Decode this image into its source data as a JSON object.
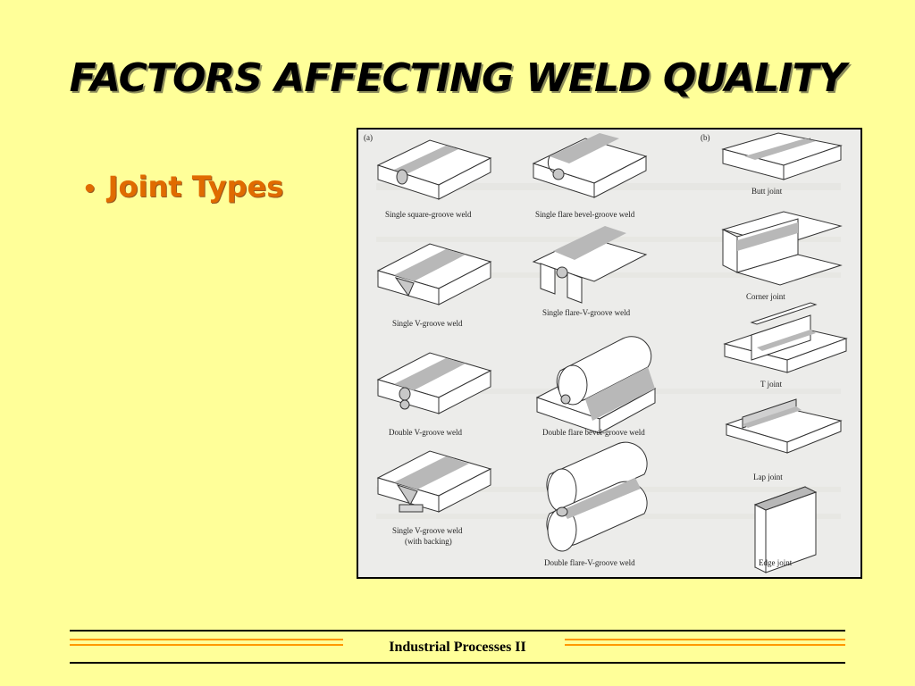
{
  "slide": {
    "title": "FACTORS AFFECTING WELD QUALITY",
    "bullets": [
      {
        "text": "Joint Types"
      }
    ],
    "footer": "Industrial Processes II"
  },
  "figure": {
    "panel_a_label": "(a)",
    "panel_b_label": "(b)",
    "welds_a": [
      "Single square-groove weld",
      "Single V-groove weld",
      "Double V-groove weld",
      "Single V-groove weld",
      "(with backing)"
    ],
    "welds_flare": [
      "Single flare bevel-groove weld",
      "Single flare-V-groove weld",
      "Double flare bevel-groove weld",
      "Double flare-V-groove weld"
    ],
    "joints_b": [
      "Butt joint",
      "Corner joint",
      "T joint",
      "Lap joint",
      "Edge joint"
    ]
  },
  "colors": {
    "background": "#ffff99",
    "bullet": "#e06b00",
    "footer_rule_orange": "#ff9900",
    "footer_rule_black": "#000000"
  }
}
